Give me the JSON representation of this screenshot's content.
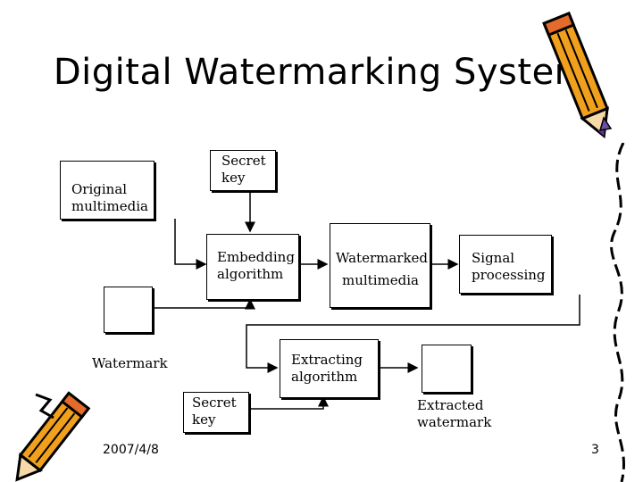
{
  "slide": {
    "title": "Digital Watermarking System",
    "date": "2007/4/8",
    "page_number": "3"
  },
  "diagram": {
    "secret_key_top": "Secret\nkey",
    "original_multimedia": "Original\nmultimedia",
    "embedding_algorithm": "Embedding\nalgorithm",
    "watermarked_multimedia_1": "Watermarked",
    "watermarked_multimedia_2": "multimedia",
    "signal_processing": "Signal\nprocessing",
    "watermark": "Watermark",
    "extracting_algorithm": "Extracting\nalgorithm",
    "secret_key_bottom": "Secret\nkey",
    "extracted_watermark": "Extracted\nwatermark"
  },
  "decorations": {
    "top_right": "pencil-clipart-icon",
    "bottom_left": "pencil-clipart-icon"
  }
}
